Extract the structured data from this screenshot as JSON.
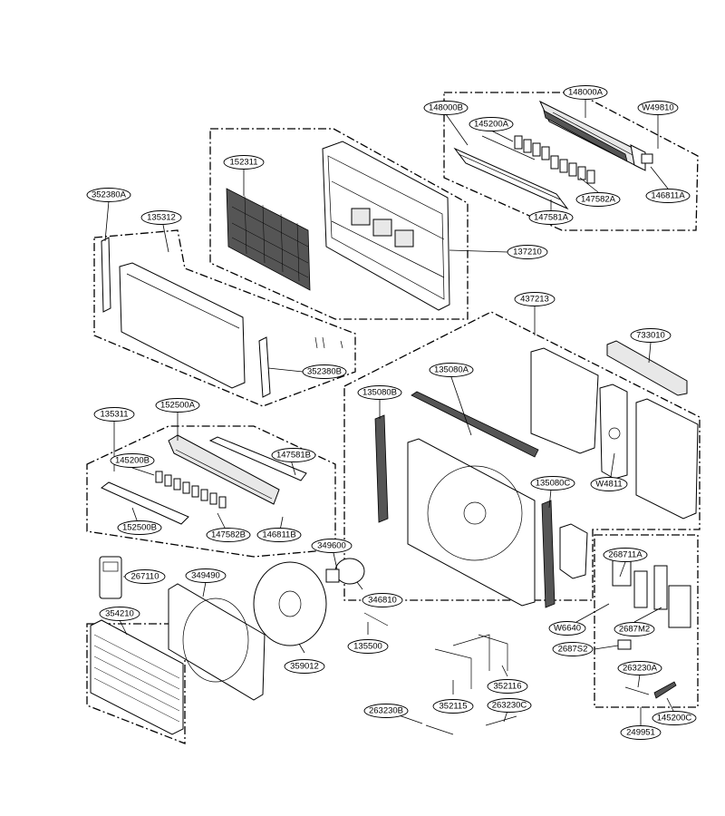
{
  "labels": {
    "l148000A": "148000A",
    "l148000B": "148000B",
    "lW49810": "W49810",
    "l145200A": "145200A",
    "l147582A": "147582A",
    "l146811A": "146811A",
    "l147581A": "147581A",
    "l152311": "152311",
    "l137210": "137210",
    "l352380A": "352380A",
    "l135312": "135312",
    "l352380B": "352380B",
    "l437213": "437213",
    "l733010": "733010",
    "l135080A": "135080A",
    "l135080B": "135080B",
    "lW4811": "W4811",
    "l135080C": "135080C",
    "l135311": "135311",
    "l152500A": "152500A",
    "l145200B": "145200B",
    "l147581B": "147581B",
    "l152500B": "152500B",
    "l147582B": "147582B",
    "l146811B": "146811B",
    "l349600": "349600",
    "l267110": "267110",
    "l349490": "349490",
    "l346810": "346810",
    "l354210": "354210",
    "l135500": "135500",
    "l359012": "359012",
    "l268711A": "268711A",
    "lW6640": "W6640",
    "l2687M2": "2687M2",
    "l2687S2": "2687S2",
    "l263230A": "263230A",
    "l352116": "352116",
    "l352115": "352115",
    "l263230C": "263230C",
    "l263230B": "263230B",
    "l249951": "249951",
    "l145200C": "145200C"
  }
}
